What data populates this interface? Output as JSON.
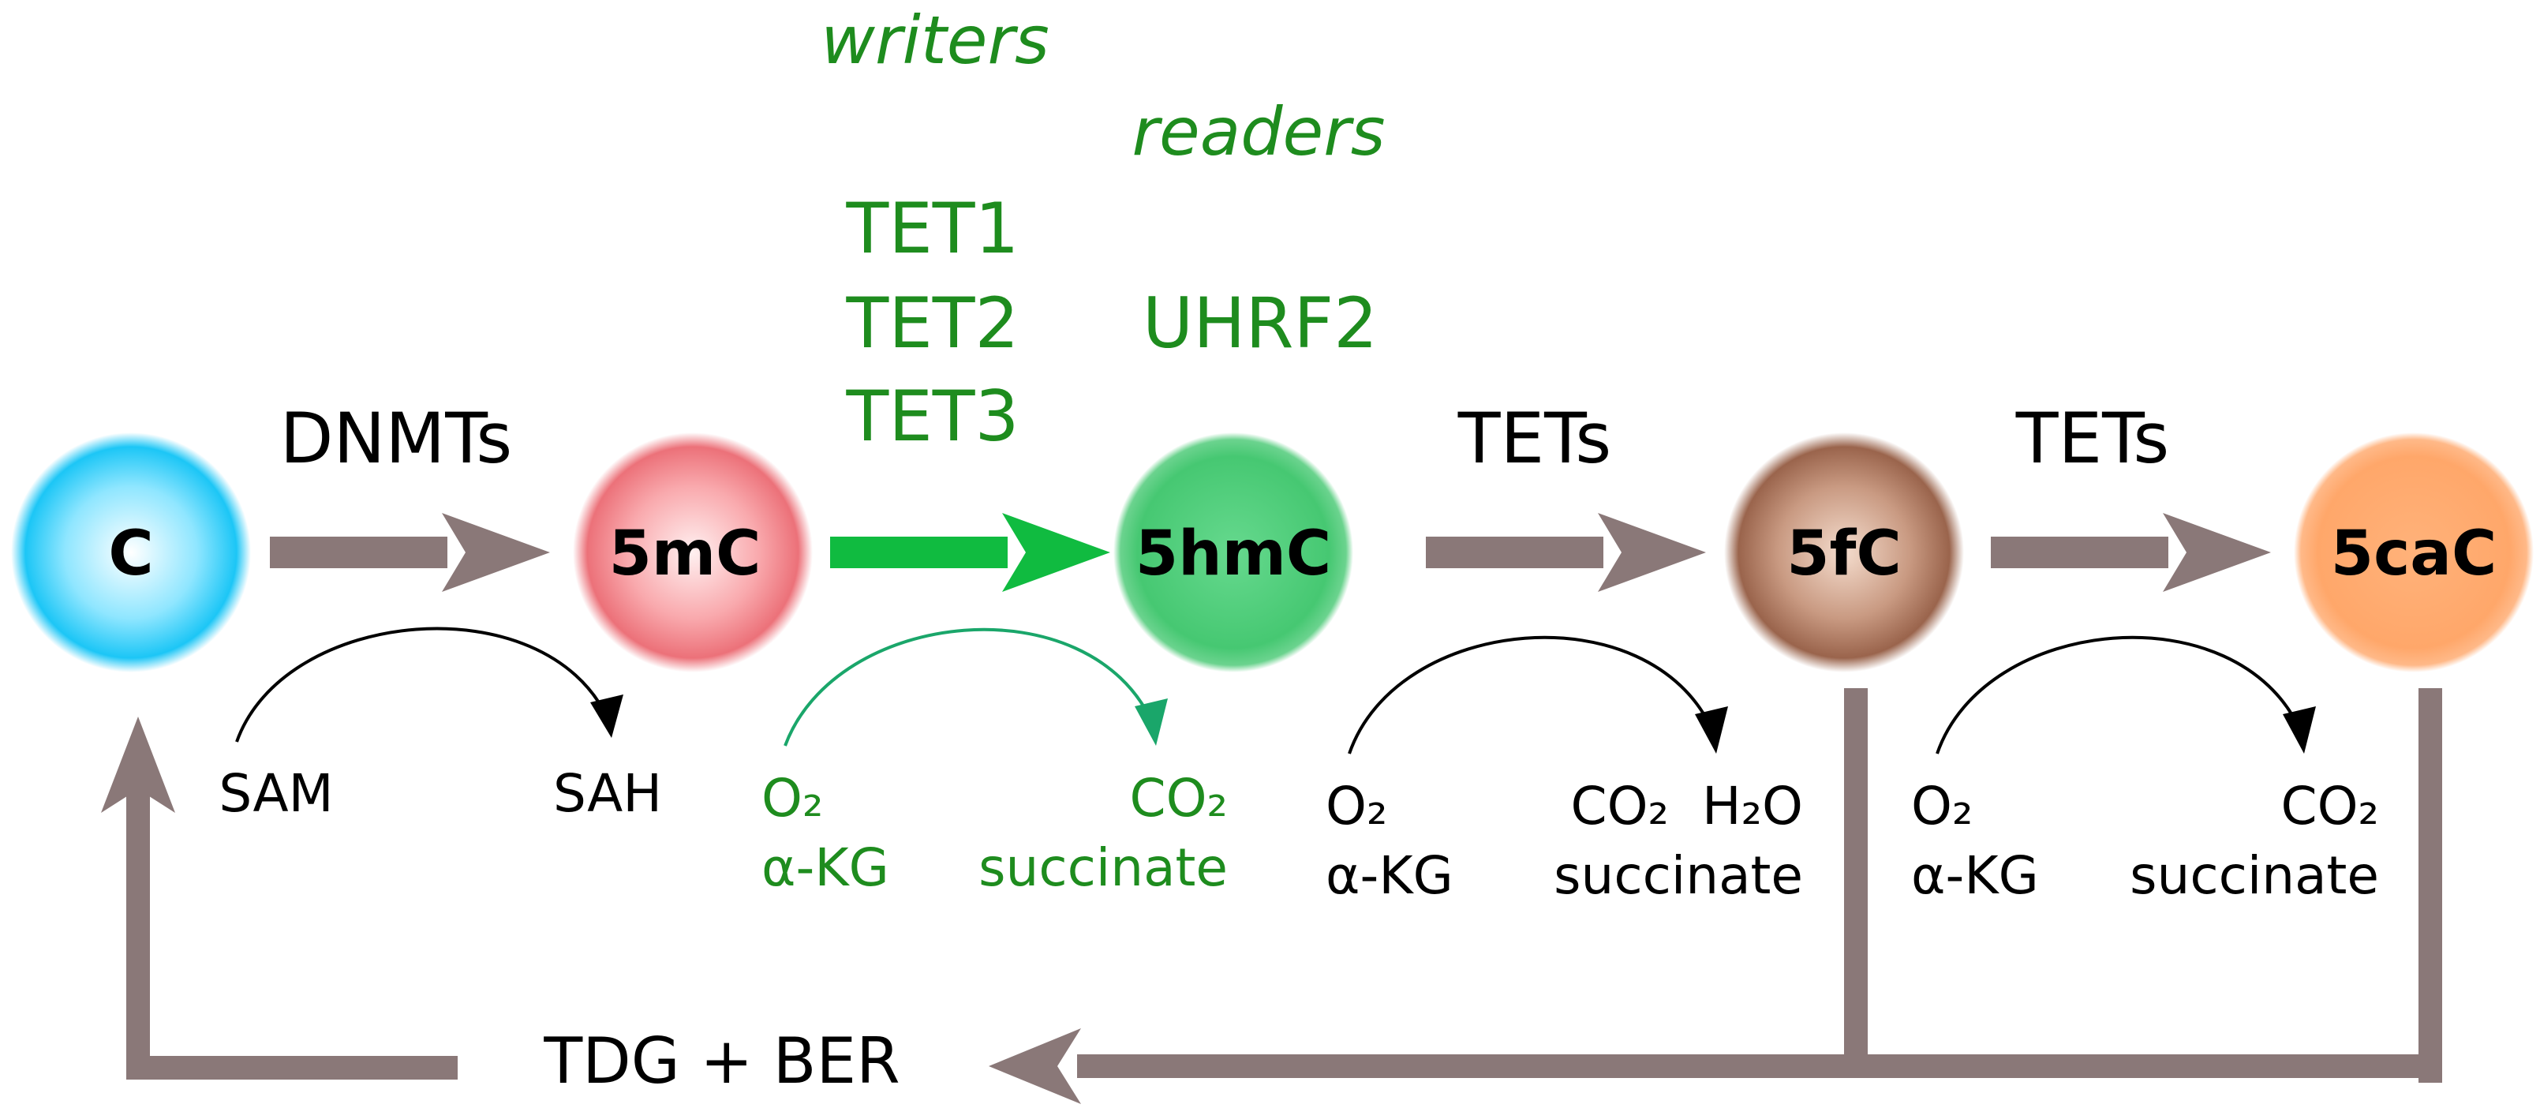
{
  "headers": {
    "writers": "writers",
    "readers": "readers",
    "writer_proteins": [
      "TET1",
      "TET2",
      "TET3"
    ],
    "reader_proteins": [
      "UHRF2"
    ]
  },
  "nodes": [
    {
      "id": "c",
      "label": "C",
      "color": "#00c8ff"
    },
    {
      "id": "5mc",
      "label": "5mC",
      "color": "#f07e86"
    },
    {
      "id": "5hmc",
      "label": "5hmC",
      "color": "#4ccc78"
    },
    {
      "id": "5fc",
      "label": "5fC",
      "color": "#a5705a"
    },
    {
      "id": "5cac",
      "label": "5caC",
      "color": "#ffab70"
    }
  ],
  "enzymes": {
    "dnmts": "DNMTs",
    "tets_1": "TETs",
    "tets_2": "TETs"
  },
  "cofactors": {
    "step1": {
      "left": [
        "SAM"
      ],
      "right": [
        "SAH"
      ]
    },
    "step2": {
      "left": [
        "O₂",
        "α-KG"
      ],
      "right": [
        "CO₂",
        "succinate"
      ]
    },
    "step3": {
      "left": [
        "O₂",
        "α-KG"
      ],
      "right": [
        "CO₂  H₂O",
        "succinate"
      ]
    },
    "step4": {
      "left": [
        "O₂",
        "α-KG"
      ],
      "right": [
        "CO₂",
        "succinate"
      ]
    }
  },
  "repair": {
    "label": "TDG + BER"
  },
  "colors": {
    "arrow_gray": "#8a7878",
    "highlight_green": "#1e8c1e",
    "arrow_green": "#10bb40",
    "curve_green": "#1aa66a",
    "text_black": "#000000"
  }
}
